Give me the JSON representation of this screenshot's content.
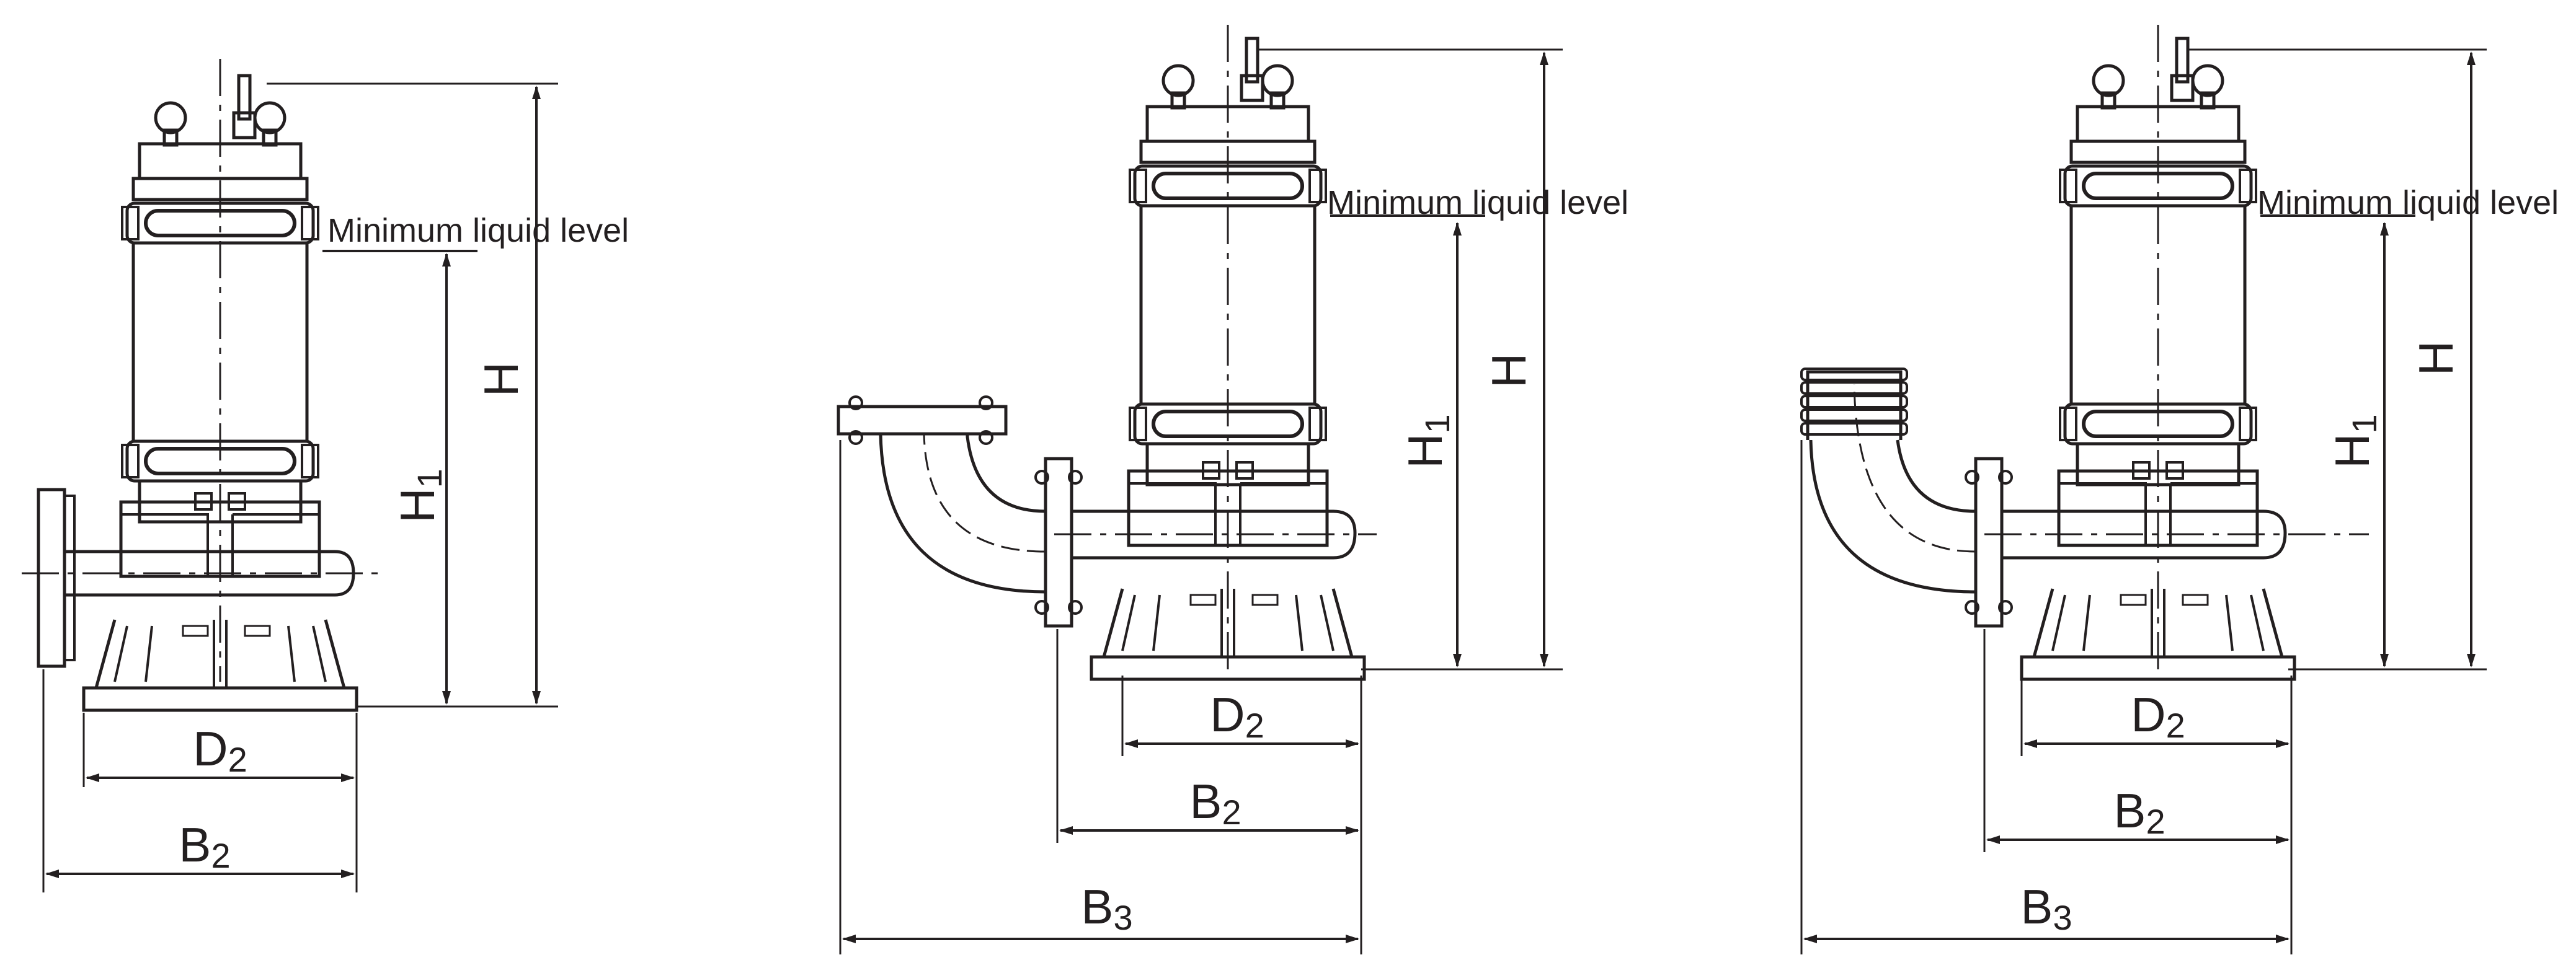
{
  "line_color": "#231f20",
  "background": "#ffffff",
  "views": [
    {
      "id": "view-1",
      "level_label": "Minimum liquid level",
      "dims": {
        "H": "H",
        "H1": [
          "H",
          "1"
        ],
        "D2": [
          "D",
          "2"
        ],
        "B2": [
          "B",
          "2"
        ]
      }
    },
    {
      "id": "view-2",
      "level_label": "Minimum liquid level",
      "dims": {
        "H": "H",
        "H1": [
          "H",
          "1"
        ],
        "D2": [
          "D",
          "2"
        ],
        "B2": [
          "B",
          "2"
        ],
        "B3": [
          "B",
          "3"
        ]
      }
    },
    {
      "id": "view-3",
      "level_label": "Minimum liquid level",
      "dims": {
        "H": "H",
        "H1": [
          "H",
          "1"
        ],
        "D2": [
          "D",
          "2"
        ],
        "B2": [
          "B",
          "2"
        ],
        "B3": [
          "B",
          "3"
        ]
      }
    }
  ]
}
